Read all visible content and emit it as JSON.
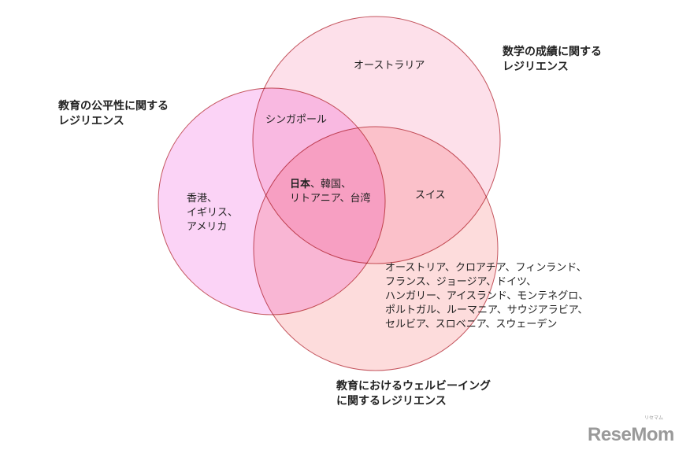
{
  "sets": {
    "equity": {
      "label_line1": "教育の公平性に関する",
      "label_line2": "レジリエンス",
      "color": "#fbd3f6"
    },
    "math": {
      "label_line1": "数学の成績に関する",
      "label_line2": "レジリエンス",
      "color": "#fde0ea"
    },
    "wellbeing": {
      "label_line1": "教育におけるウェルビーイング",
      "label_line2": "に関するレジリエンス",
      "color": "#fddcdc"
    }
  },
  "regions": {
    "math_only": "オーストラリア",
    "equity_math": "シンガポール",
    "all_three_bold": "日本",
    "all_three_line1_rest": "、韓国、",
    "all_three_line2": "リトアニア、台湾",
    "math_wellbeing": "スイス",
    "equity_only": [
      "香港、",
      "イギリス、",
      "アメリカ"
    ],
    "wellbeing_only": [
      "オーストリア、クロアチア、フィンランド、",
      "フランス、ジョージア、ドイツ、",
      "ハンガリー、アイスランド、モンテネグロ、",
      "ポルトガル、ルーマニア、サウジアラビア、",
      "セルビア、スロベニア、スウェーデン"
    ]
  },
  "logo": {
    "text": "ReseMom",
    "sub": "リセマム"
  }
}
